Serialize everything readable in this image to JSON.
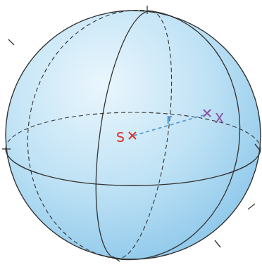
{
  "diagram": {
    "labels": [
      "S",
      "r",
      "X"
    ]
  }
}
